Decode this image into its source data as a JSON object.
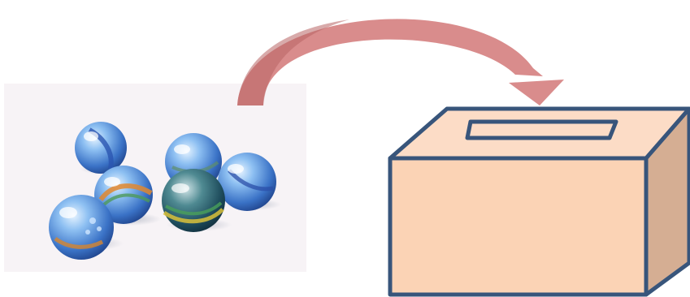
{
  "scene": {
    "photo": {
      "subject": "glass marbles",
      "background_color": "#f7f3f6",
      "marble_count": 6
    },
    "arrow": {
      "direction": "photo-to-box",
      "color": "#d98c8c",
      "shade_color": "#b86464"
    },
    "box": {
      "front_color": "#fbd3b5",
      "top_color": "#fcdcc6",
      "side_color": "#d5ae93",
      "outline_color": "#38557b",
      "has_slot": true
    }
  }
}
